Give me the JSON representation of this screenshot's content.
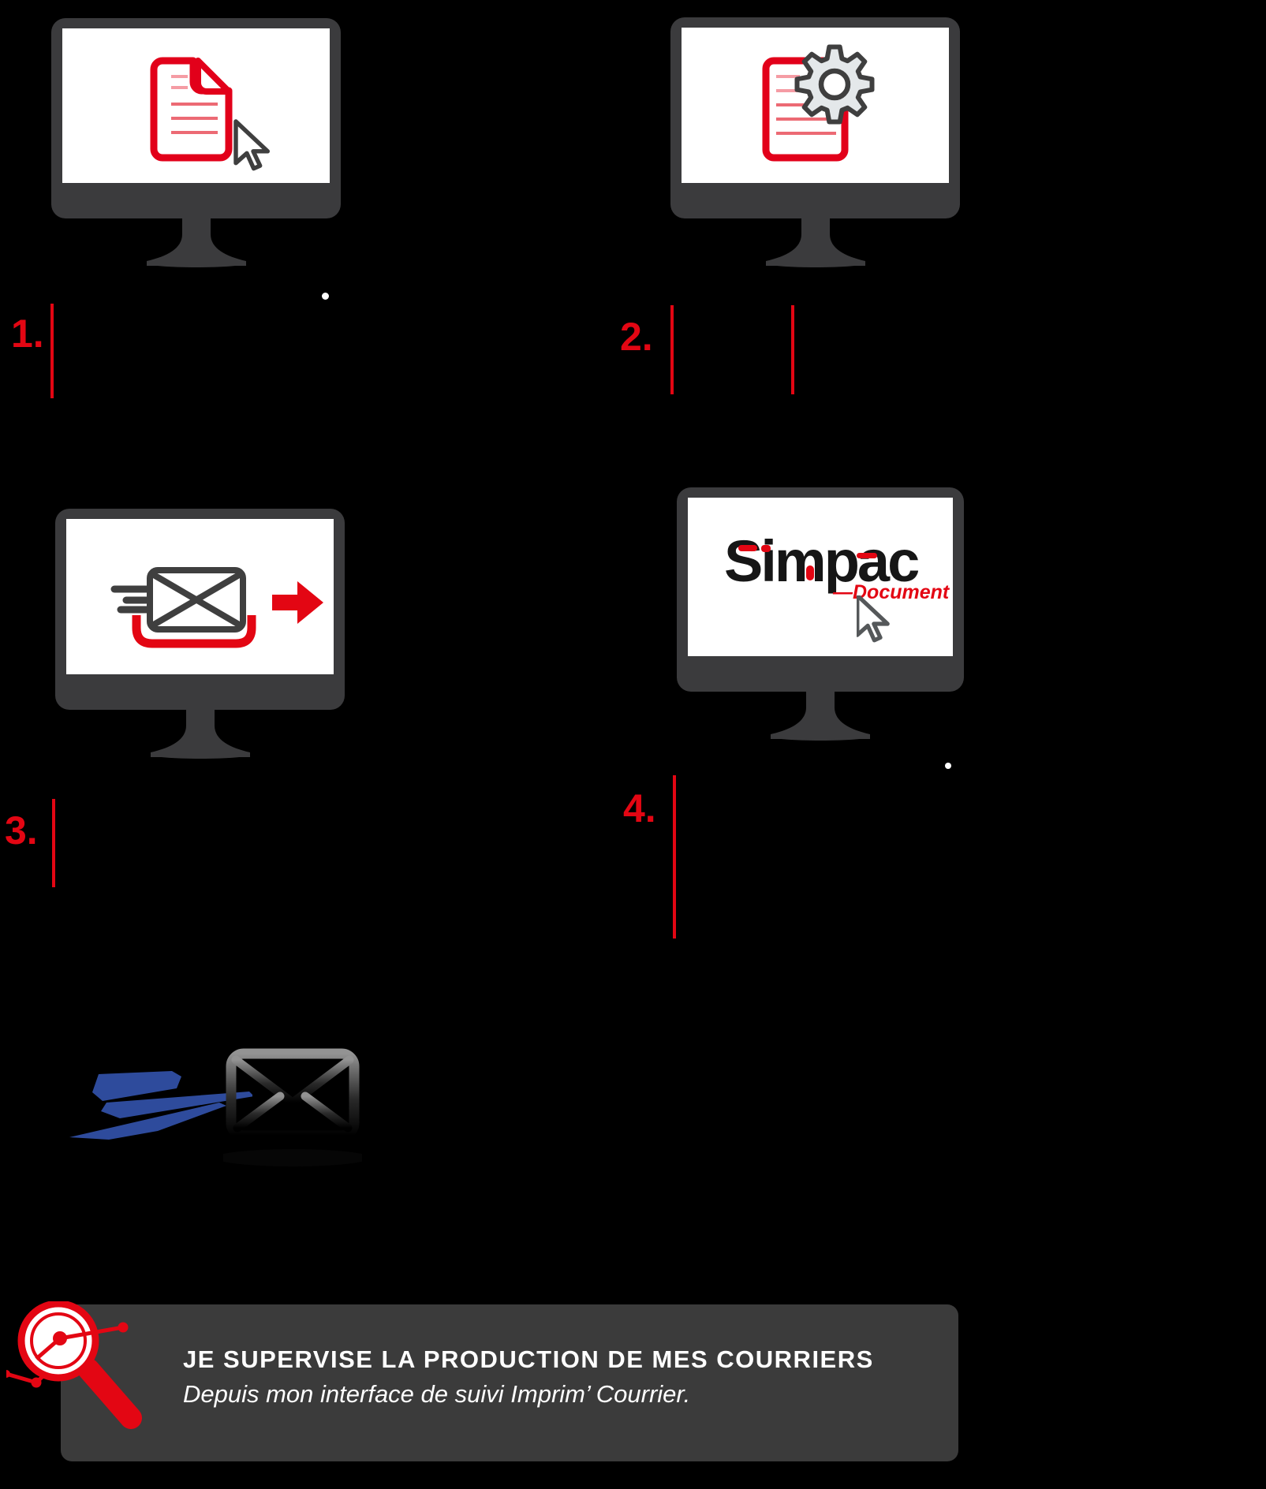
{
  "steps": [
    {
      "number": "1.",
      "icon": "document-click-monitor"
    },
    {
      "number": "2.",
      "icon": "document-gear-monitor"
    },
    {
      "number": "3.",
      "icon": "envelope-send-monitor"
    },
    {
      "number": "4.",
      "icon": "simpac-document-monitor"
    }
  ],
  "simpac_logo": {
    "brand": "Simpac",
    "suffix": "—Document"
  },
  "banner": {
    "title": "JE SUPERVISE LA PRODUCTION DE MES COURRIERS",
    "subtitle": "Depuis mon interface de suivi Imprim’ Courrier."
  },
  "icons": {
    "document_icon": "red outlined page with folded corner",
    "gear_icon": "gray cog over red document",
    "envelope_send_icon": "envelope with speed lines, red tray and red arrow",
    "cursor_icon": "mouse pointer arrow",
    "la_poste_bird_icon": "blue La Poste bird",
    "envelope_icon": "dark gradient envelope",
    "magnifier_analytics_icon": "red magnifying glass over data points"
  },
  "colors": {
    "accent_red": "#e30613",
    "document_red": "#e2001a",
    "line_pink_light": "#f59ca4",
    "line_pink": "#ec6a74",
    "monitor_gray": "#3b3b3d",
    "outline_gray": "#3f3f3f",
    "gear_fill": "#e4e8ea",
    "banner_bg": "#3b3b3b",
    "la_poste_blue": "#2e4b9c",
    "background": "#000000",
    "white": "#ffffff"
  }
}
